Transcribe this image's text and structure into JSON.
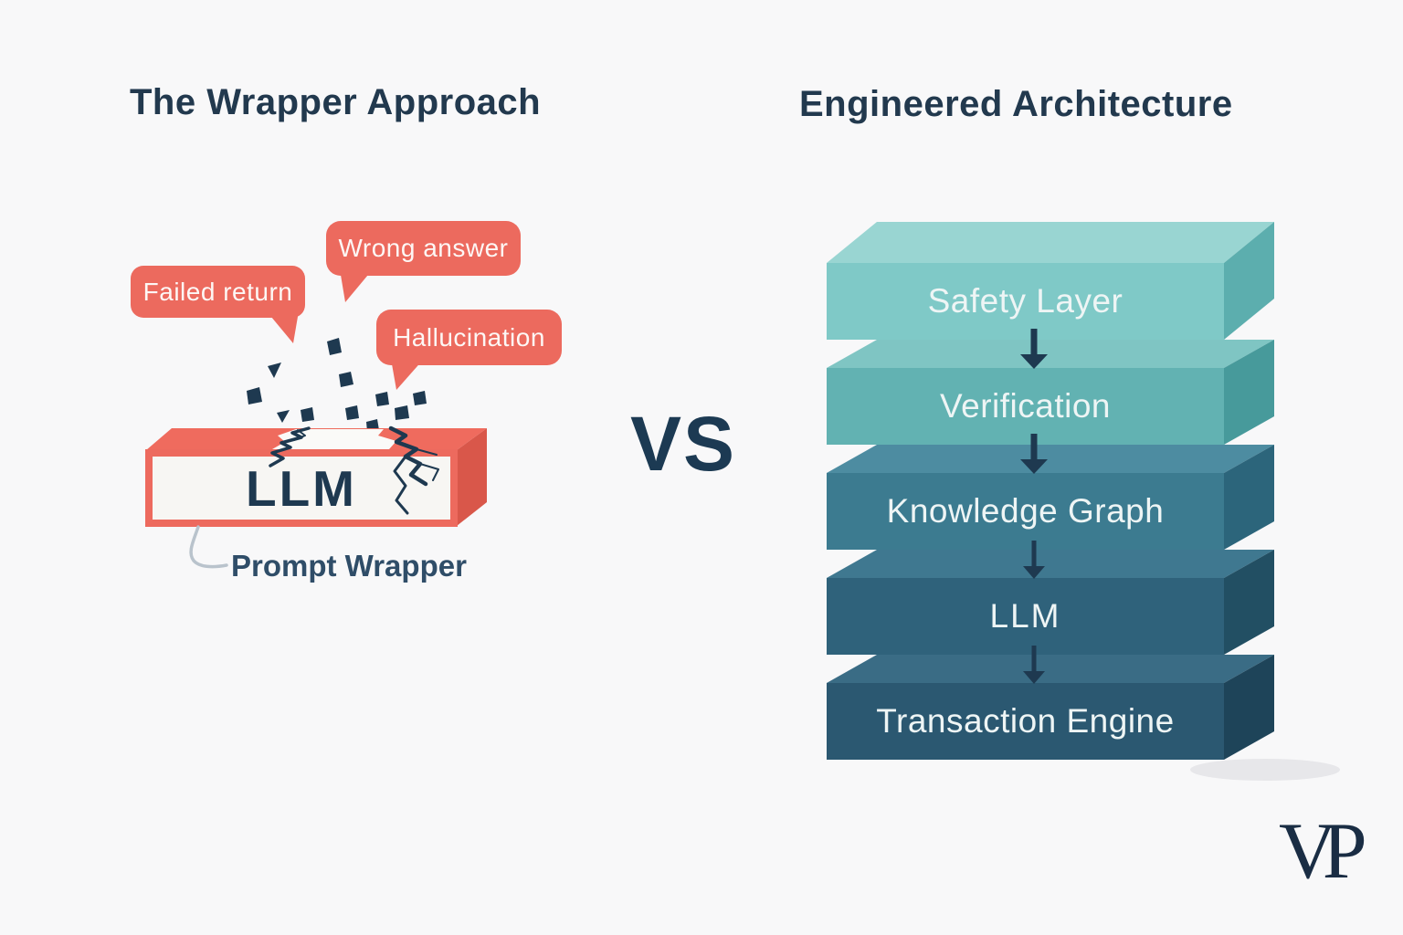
{
  "left_panel": {
    "title": "The Wrapper Approach",
    "bubbles": [
      {
        "label": "Failed return"
      },
      {
        "label": "Wrong answer"
      },
      {
        "label": "Hallucination"
      }
    ],
    "block_label": "LLM",
    "annotation": "Prompt Wrapper"
  },
  "divider": {
    "vs_label": "VS"
  },
  "right_panel": {
    "title": "Engineered Architecture",
    "layers": [
      {
        "label": "Safety Layer",
        "front_color": "#7fc9c7",
        "top_color": "#99d5d2",
        "side_color": "#5caeae"
      },
      {
        "label": "Verification",
        "front_color": "#62b2b2",
        "top_color": "#7fc5c3",
        "side_color": "#479a9b"
      },
      {
        "label": "Knowledge Graph",
        "front_color": "#3c7b90",
        "top_color": "#4d8ca1",
        "side_color": "#2c657b"
      },
      {
        "label": "LLM",
        "front_color": "#2f627b",
        "top_color": "#3f7890",
        "side_color": "#224f63"
      },
      {
        "label": "Transaction Engine",
        "front_color": "#2b5871",
        "top_color": "#3a6c85",
        "side_color": "#1e4459"
      }
    ]
  },
  "branding": {
    "logo": "VP"
  },
  "colors": {
    "background": "#f8f8f9",
    "heading": "#22394e",
    "coral": "#ec6a5e",
    "coral_top": "#ef6b5e",
    "coral_side": "#d9574a",
    "navy": "#1e3950",
    "block_face": "#f7f6f3",
    "bubble_text": "#fdf7f5",
    "connector": "#b9c3cc",
    "layer_text": "#eef5f5"
  }
}
